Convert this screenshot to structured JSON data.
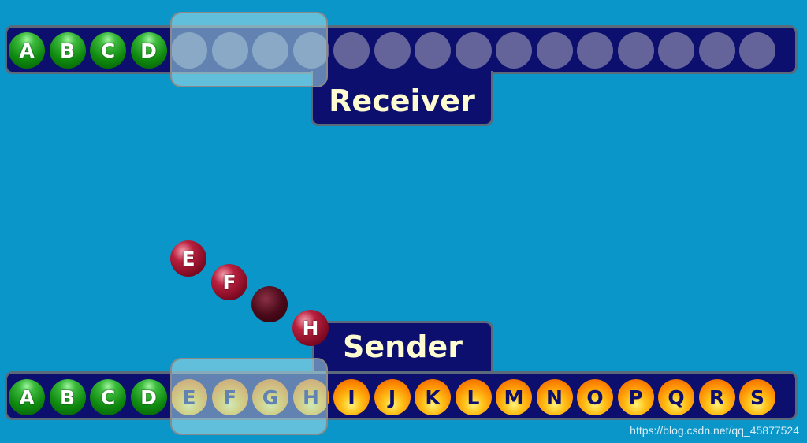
{
  "receiver": {
    "label": "Receiver",
    "received": [
      "A",
      "B",
      "C",
      "D"
    ],
    "empty_slots": 15
  },
  "sender": {
    "label": "Sender",
    "packets": [
      "A",
      "B",
      "C",
      "D",
      "E",
      "F",
      "G",
      "H",
      "I",
      "J",
      "K",
      "L",
      "M",
      "N",
      "O",
      "P",
      "Q",
      "R",
      "S"
    ],
    "acked_count": 4
  },
  "in_flight": [
    "E",
    "F",
    "",
    "H"
  ],
  "watermark": "https://blog.csdn.net/qq_45877524",
  "colors": {
    "background": "#0a96c8",
    "bar": "#0c0f6e",
    "acked": "#1a9a1a",
    "pending": "#ff9a00",
    "in_flight": "#a01830",
    "window": "#aae1eb"
  }
}
